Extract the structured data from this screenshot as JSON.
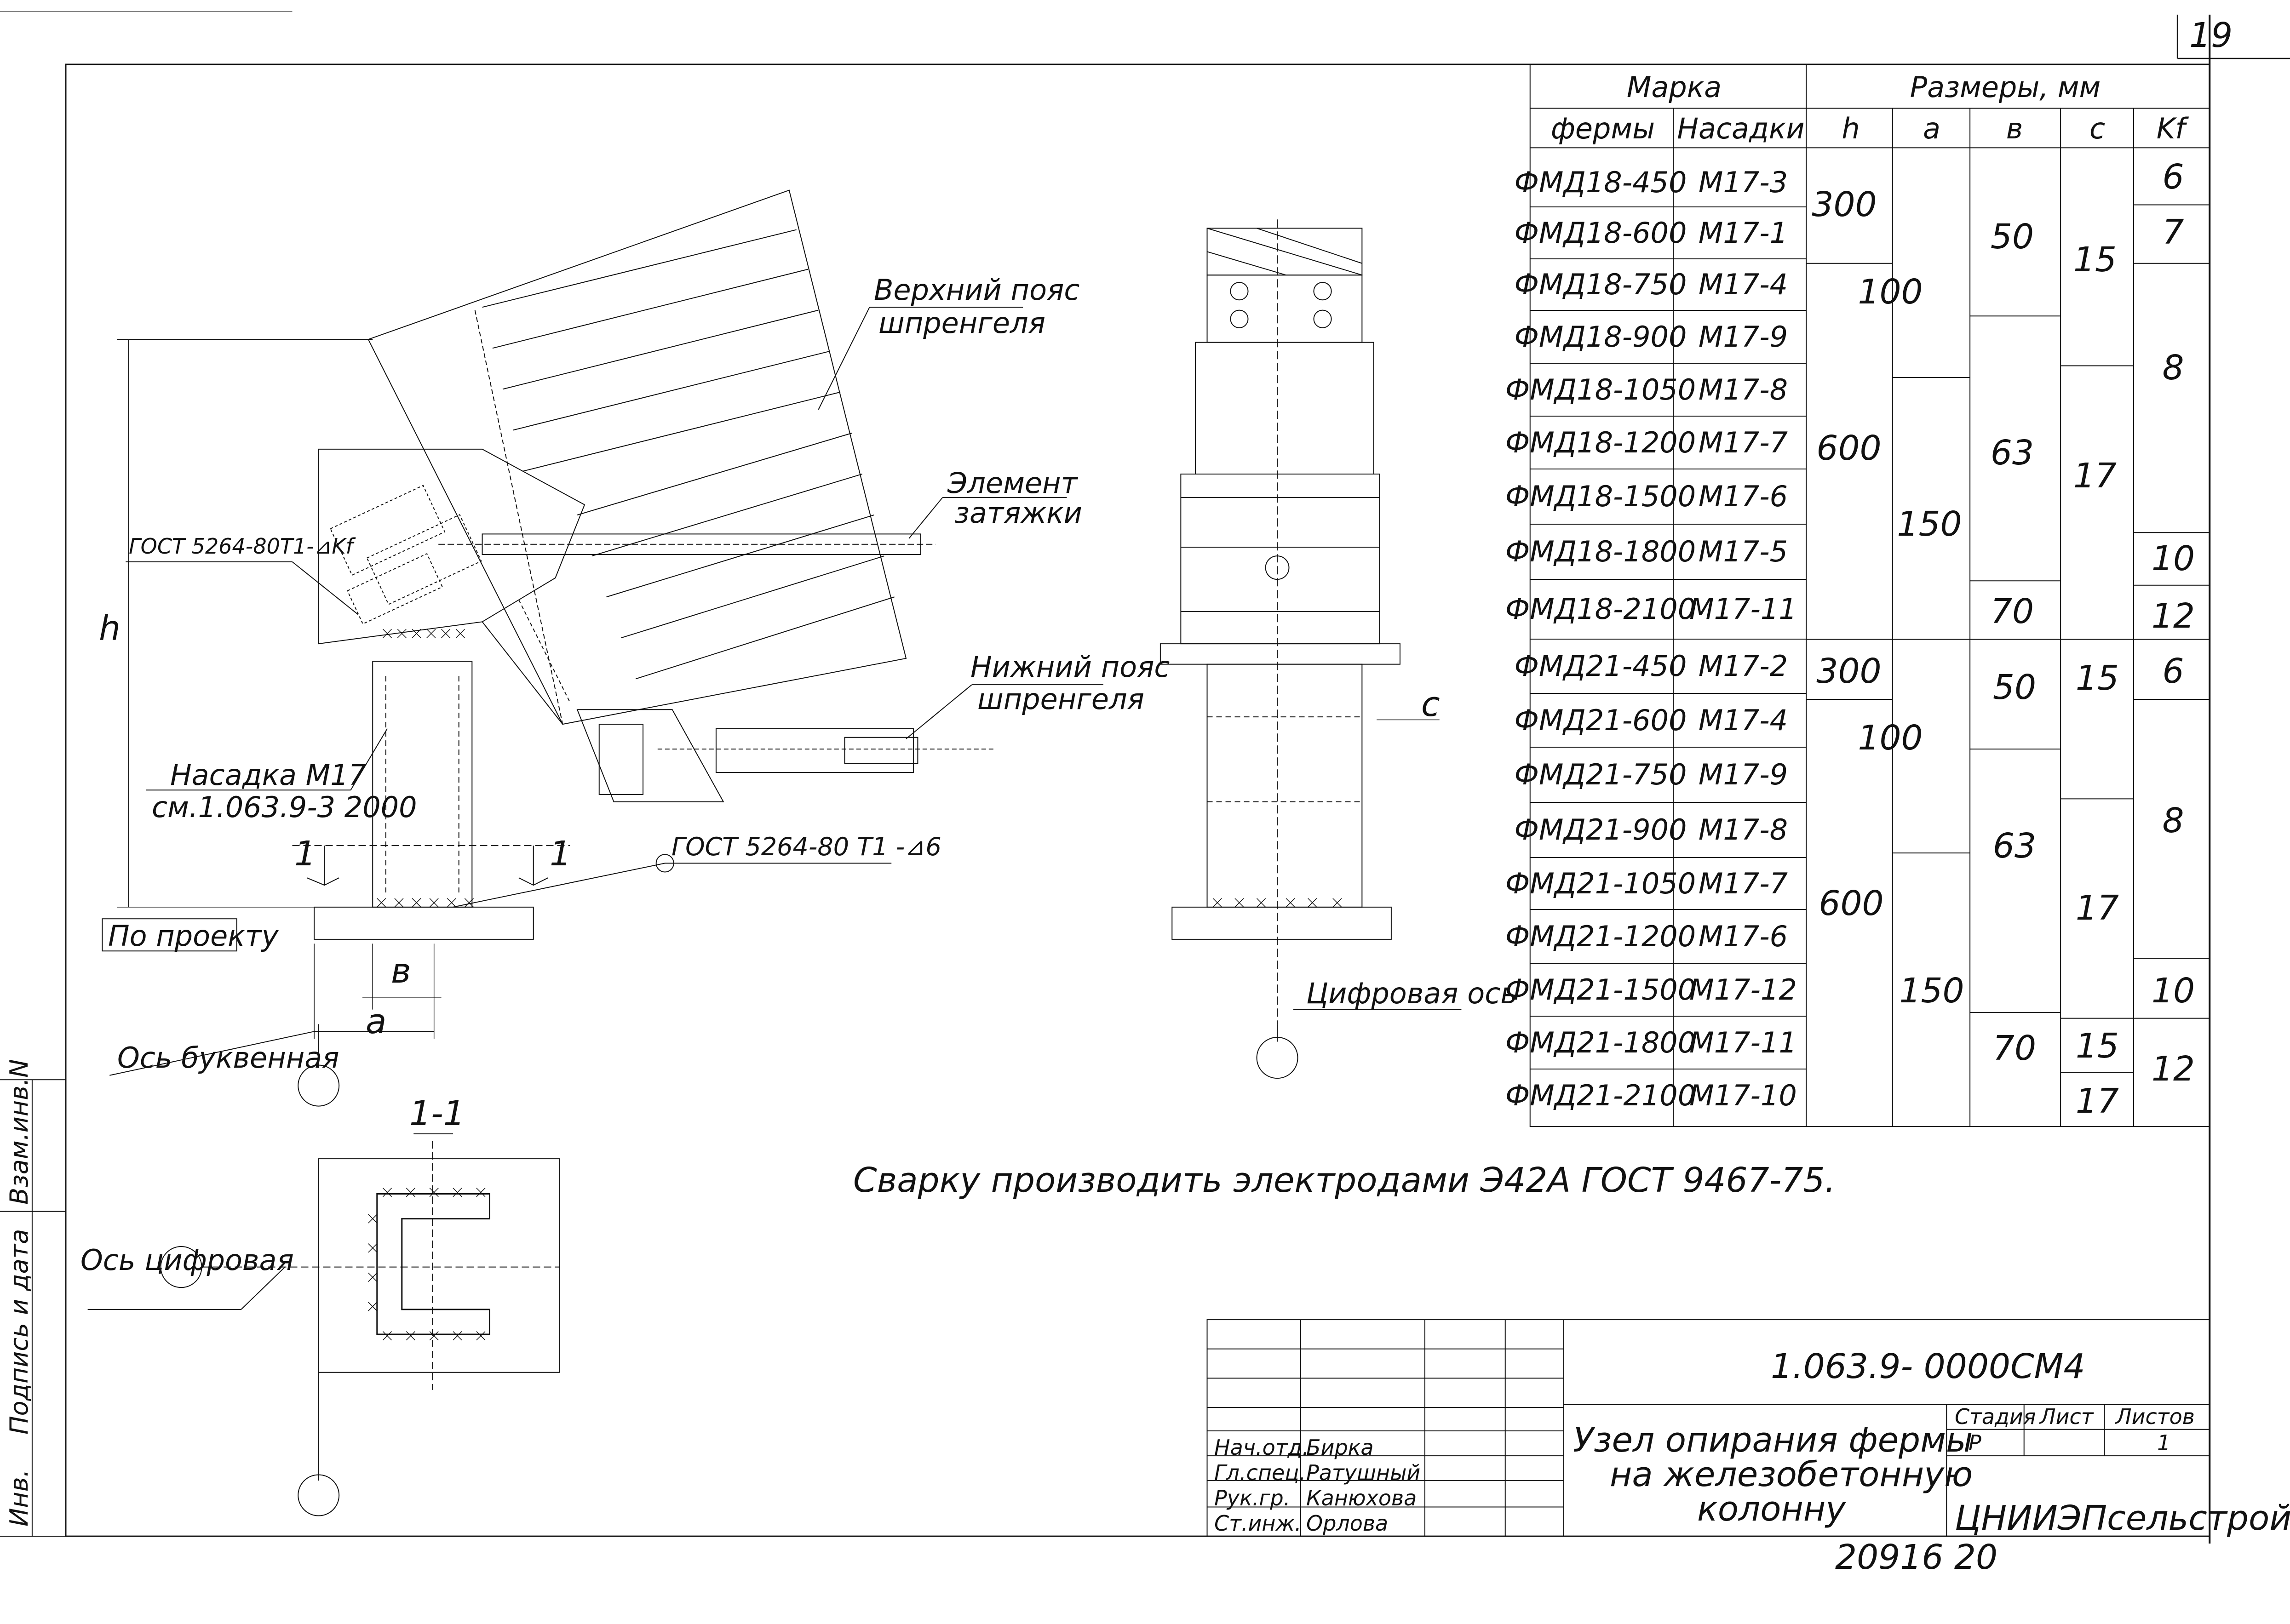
{
  "sheet": {
    "page_number": "19",
    "doc_code": "1.063.9-   0000СМ4",
    "archive_number": "20916  20"
  },
  "table": {
    "header": {
      "marka": "Марка",
      "sizes": "Размеры, мм",
      "fermy": "фермы",
      "nasadki": "Насадки",
      "h": "h",
      "a": "a",
      "v": "в",
      "c": "c",
      "kf": "Kf"
    },
    "rows": [
      {
        "ferma": "ФМД18-450",
        "nasadka": "М17-3"
      },
      {
        "ferma": "ФМД18-600",
        "nasadka": "М17-1"
      },
      {
        "ferma": "ФМД18-750",
        "nasadka": "М17-4"
      },
      {
        "ferma": "ФМД18-900",
        "nasadka": "М17-9"
      },
      {
        "ferma": "ФМД18-1050",
        "nasadka": "М17-8"
      },
      {
        "ferma": "ФМД18-1200",
        "nasadka": "М17-7"
      },
      {
        "ferma": "ФМД18-1500",
        "nasadka": "М17-6"
      },
      {
        "ferma": "ФМД18-1800",
        "nasadka": "М17-5"
      },
      {
        "ferma": "ФМД18-2100",
        "nasadka": "М17-11"
      },
      {
        "ferma": "ФМД21-450",
        "nasadka": "М17-2"
      },
      {
        "ferma": "ФМД21-600",
        "nasadka": "М17-4"
      },
      {
        "ferma": "ФМД21-750",
        "nasadka": "М17-9"
      },
      {
        "ferma": "ФМД21-900",
        "nasadka": "М17-8"
      },
      {
        "ferma": "ФМД21-1050",
        "nasadka": "М17-7"
      },
      {
        "ferma": "ФМД21-1200",
        "nasadka": "М17-6"
      },
      {
        "ferma": "ФМД21-1500",
        "nasadka": "М17-12"
      },
      {
        "ferma": "ФМД21-1800",
        "nasadka": "М17-11"
      },
      {
        "ferma": "ФМД21-2100",
        "nasadka": "М17-10"
      }
    ],
    "values": {
      "h_300_a": "300",
      "h_600_a": "600",
      "h_300_b": "300",
      "h_600_b": "600",
      "a_100_a": "100",
      "a_150_a": "150",
      "a_100_b": "100",
      "a_150_b": "150",
      "v_50_a": "50",
      "v_63_a": "63",
      "v_70_a": "70",
      "v_50_b": "50",
      "v_63_b": "63",
      "v_70_b": "70",
      "c_15_a": "15",
      "c_17_a": "17",
      "c_15_b": "15",
      "c_17_b": "17",
      "c_15_c": "15",
      "c_17_c": "17",
      "kf_6_a": "6",
      "kf_7": "7",
      "kf_8_a": "8",
      "kf_10_a": "10",
      "kf_12_a": "12",
      "kf_6_b": "6",
      "kf_8_b": "8",
      "kf_10_b": "10",
      "kf_12_b": "12"
    }
  },
  "labels": {
    "upper_chord_1": "Верхний пояс",
    "upper_chord_2": "шпренгеля",
    "tie_element_1": "Элемент",
    "tie_element_2": "затяжки",
    "lower_chord_1": "Нижний пояс",
    "lower_chord_2": "шпренгеля",
    "gost_weld_top": "ГОСТ 5264-80Т1-⊿Kf",
    "gost_weld_bottom": "ГОСТ 5264-80 Т1 -⊿6",
    "nasadka_1": "Насадка М17",
    "nasadka_2": "см.1.063.9-3  2000",
    "po_proektu": "По проекту",
    "os_bukvennaya": "Ось буквенная",
    "os_cifrovaya": "Ось цифровая",
    "cifrovaya_os": "Цифровая ось",
    "section": "1-1",
    "cut_left": "1",
    "cut_right": "1",
    "dim_h": "h",
    "dim_v": "в",
    "dim_a": "a",
    "dim_c": "с",
    "welding_note": "Сварку производить электродами Э42А ГОСТ 9467-75."
  },
  "side_stamp": {
    "vzam": "Взам.инв.N",
    "podpis": "Подпись и дата",
    "inv": "Инв."
  },
  "title_block": {
    "title_1": "Узел опирания фермы",
    "title_2": "на железобетонную",
    "title_3": "колонну",
    "stadia_label": "Стадия",
    "list_label": "Лист",
    "listov_label": "Листов",
    "stadia": "Р",
    "listov": "1",
    "org": "ЦНИИЭПсельстрой",
    "roles": [
      "Нач.отд.",
      "Гл.спец.",
      "Рук.гр.",
      "Ст.инж."
    ],
    "names": [
      "Бирка",
      "Ратушный",
      "Канюхова",
      "Орлова"
    ]
  }
}
